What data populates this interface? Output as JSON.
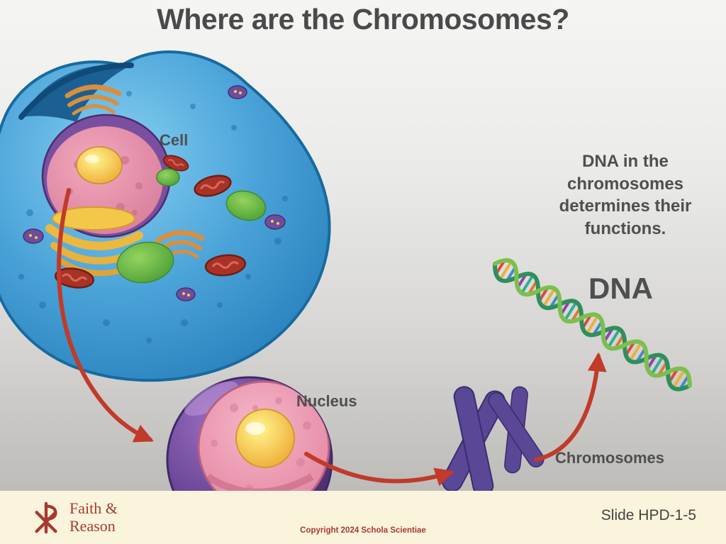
{
  "slide": {
    "title": "Where are the Chromosomes?",
    "diagram": {
      "labels": {
        "cell": "Cell",
        "nucleus": "Nucleus",
        "chromosomes": "Chromosomes",
        "dna": "DNA"
      },
      "caption": "DNA in the chromosomes determines their functions.",
      "caption_lines": [
        "DNA in the",
        "chromosomes",
        "determines their",
        "functions."
      ]
    },
    "footer": {
      "brand_line1": "Faith &",
      "brand_line2": "Reason",
      "copyright": "Copyright 2024 Schola Scientiae",
      "slide_number": "Slide HPD-1-5"
    },
    "colors": {
      "arrow_red": "#c13a2a",
      "brand_red": "#a63a30",
      "title_gray": "#4a4a4a",
      "footer_cream": "#fbf4dc",
      "cell_blue": "#3e97cd",
      "nucleus_pink": "#ef9db5",
      "nucleolus_yellow": "#f6c93f",
      "chromosome_purple": "#5a4796",
      "dna_green": "#2f8f5b"
    }
  }
}
